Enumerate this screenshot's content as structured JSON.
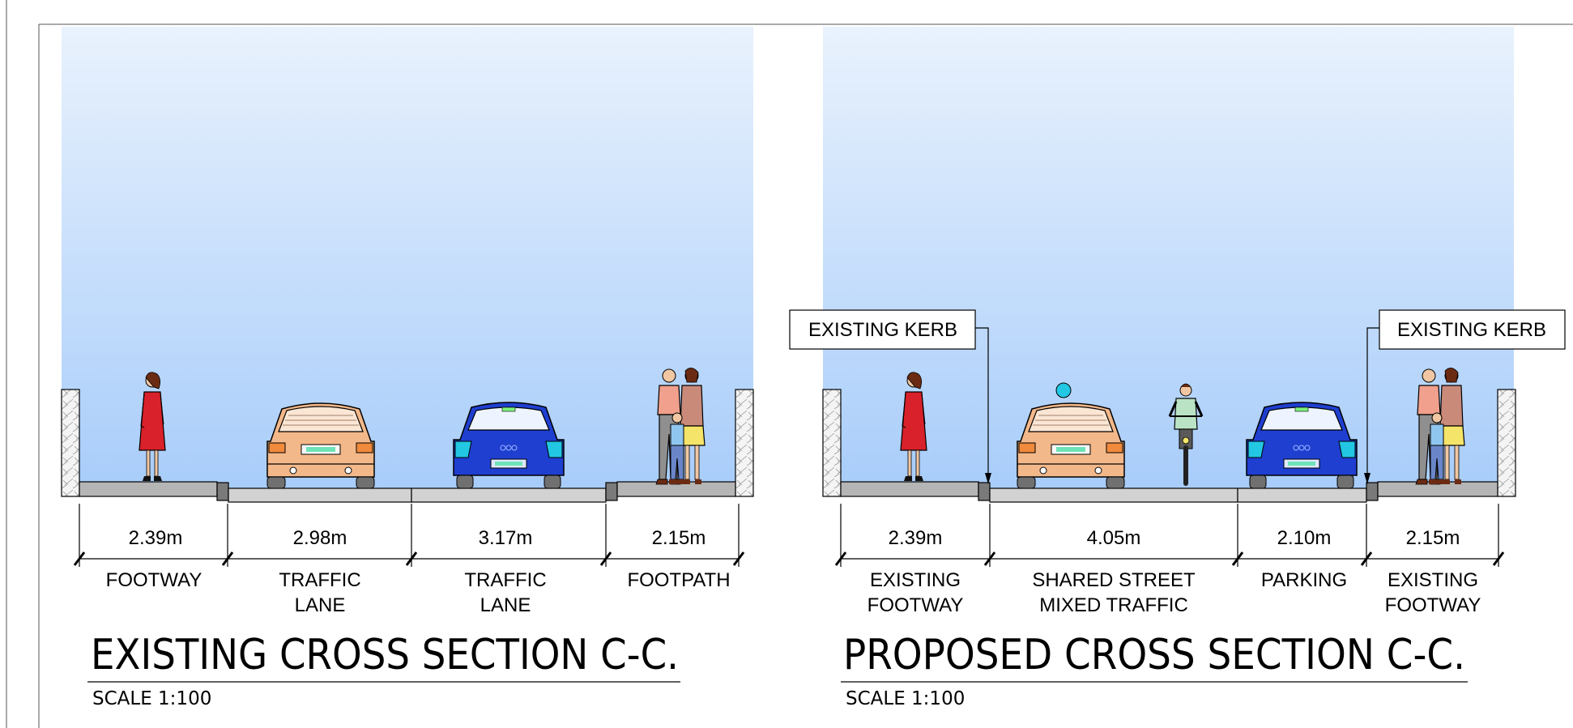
{
  "existing": {
    "title": "EXISTING CROSS SECTION C-C.",
    "scale": "SCALE 1:100",
    "dimensions": [
      "2.39m",
      "2.98m",
      "3.17m",
      "2.15m"
    ],
    "zones": [
      [
        "FOOTWAY"
      ],
      [
        "TRAFFIC",
        "LANE"
      ],
      [
        "TRAFFIC",
        "LANE"
      ],
      [
        "FOOTPATH"
      ]
    ]
  },
  "proposed": {
    "title": "PROPOSED CROSS SECTION C-C.",
    "scale": "SCALE 1:100",
    "dimensions": [
      "2.39m",
      "4.05m",
      "2.10m",
      "2.15m"
    ],
    "zones": [
      [
        "EXISTING",
        "FOOTWAY"
      ],
      [
        "SHARED STREET",
        "MIXED TRAFFIC"
      ],
      [
        "PARKING"
      ],
      [
        "EXISTING",
        "FOOTWAY"
      ]
    ],
    "callouts": {
      "left": "EXISTING KERB",
      "right": "EXISTING KERB"
    }
  },
  "colors": {
    "sky_top": "#e6f0fc",
    "sky_bottom": "#a9cdfa",
    "pavement": "#b5b5b5",
    "road": "#d2d2d2",
    "kerb": "#7a7a7a",
    "car_orange": "#f3b88a",
    "car_blue": "#1f3fd0",
    "pedestrian_red": "#d8212a"
  }
}
